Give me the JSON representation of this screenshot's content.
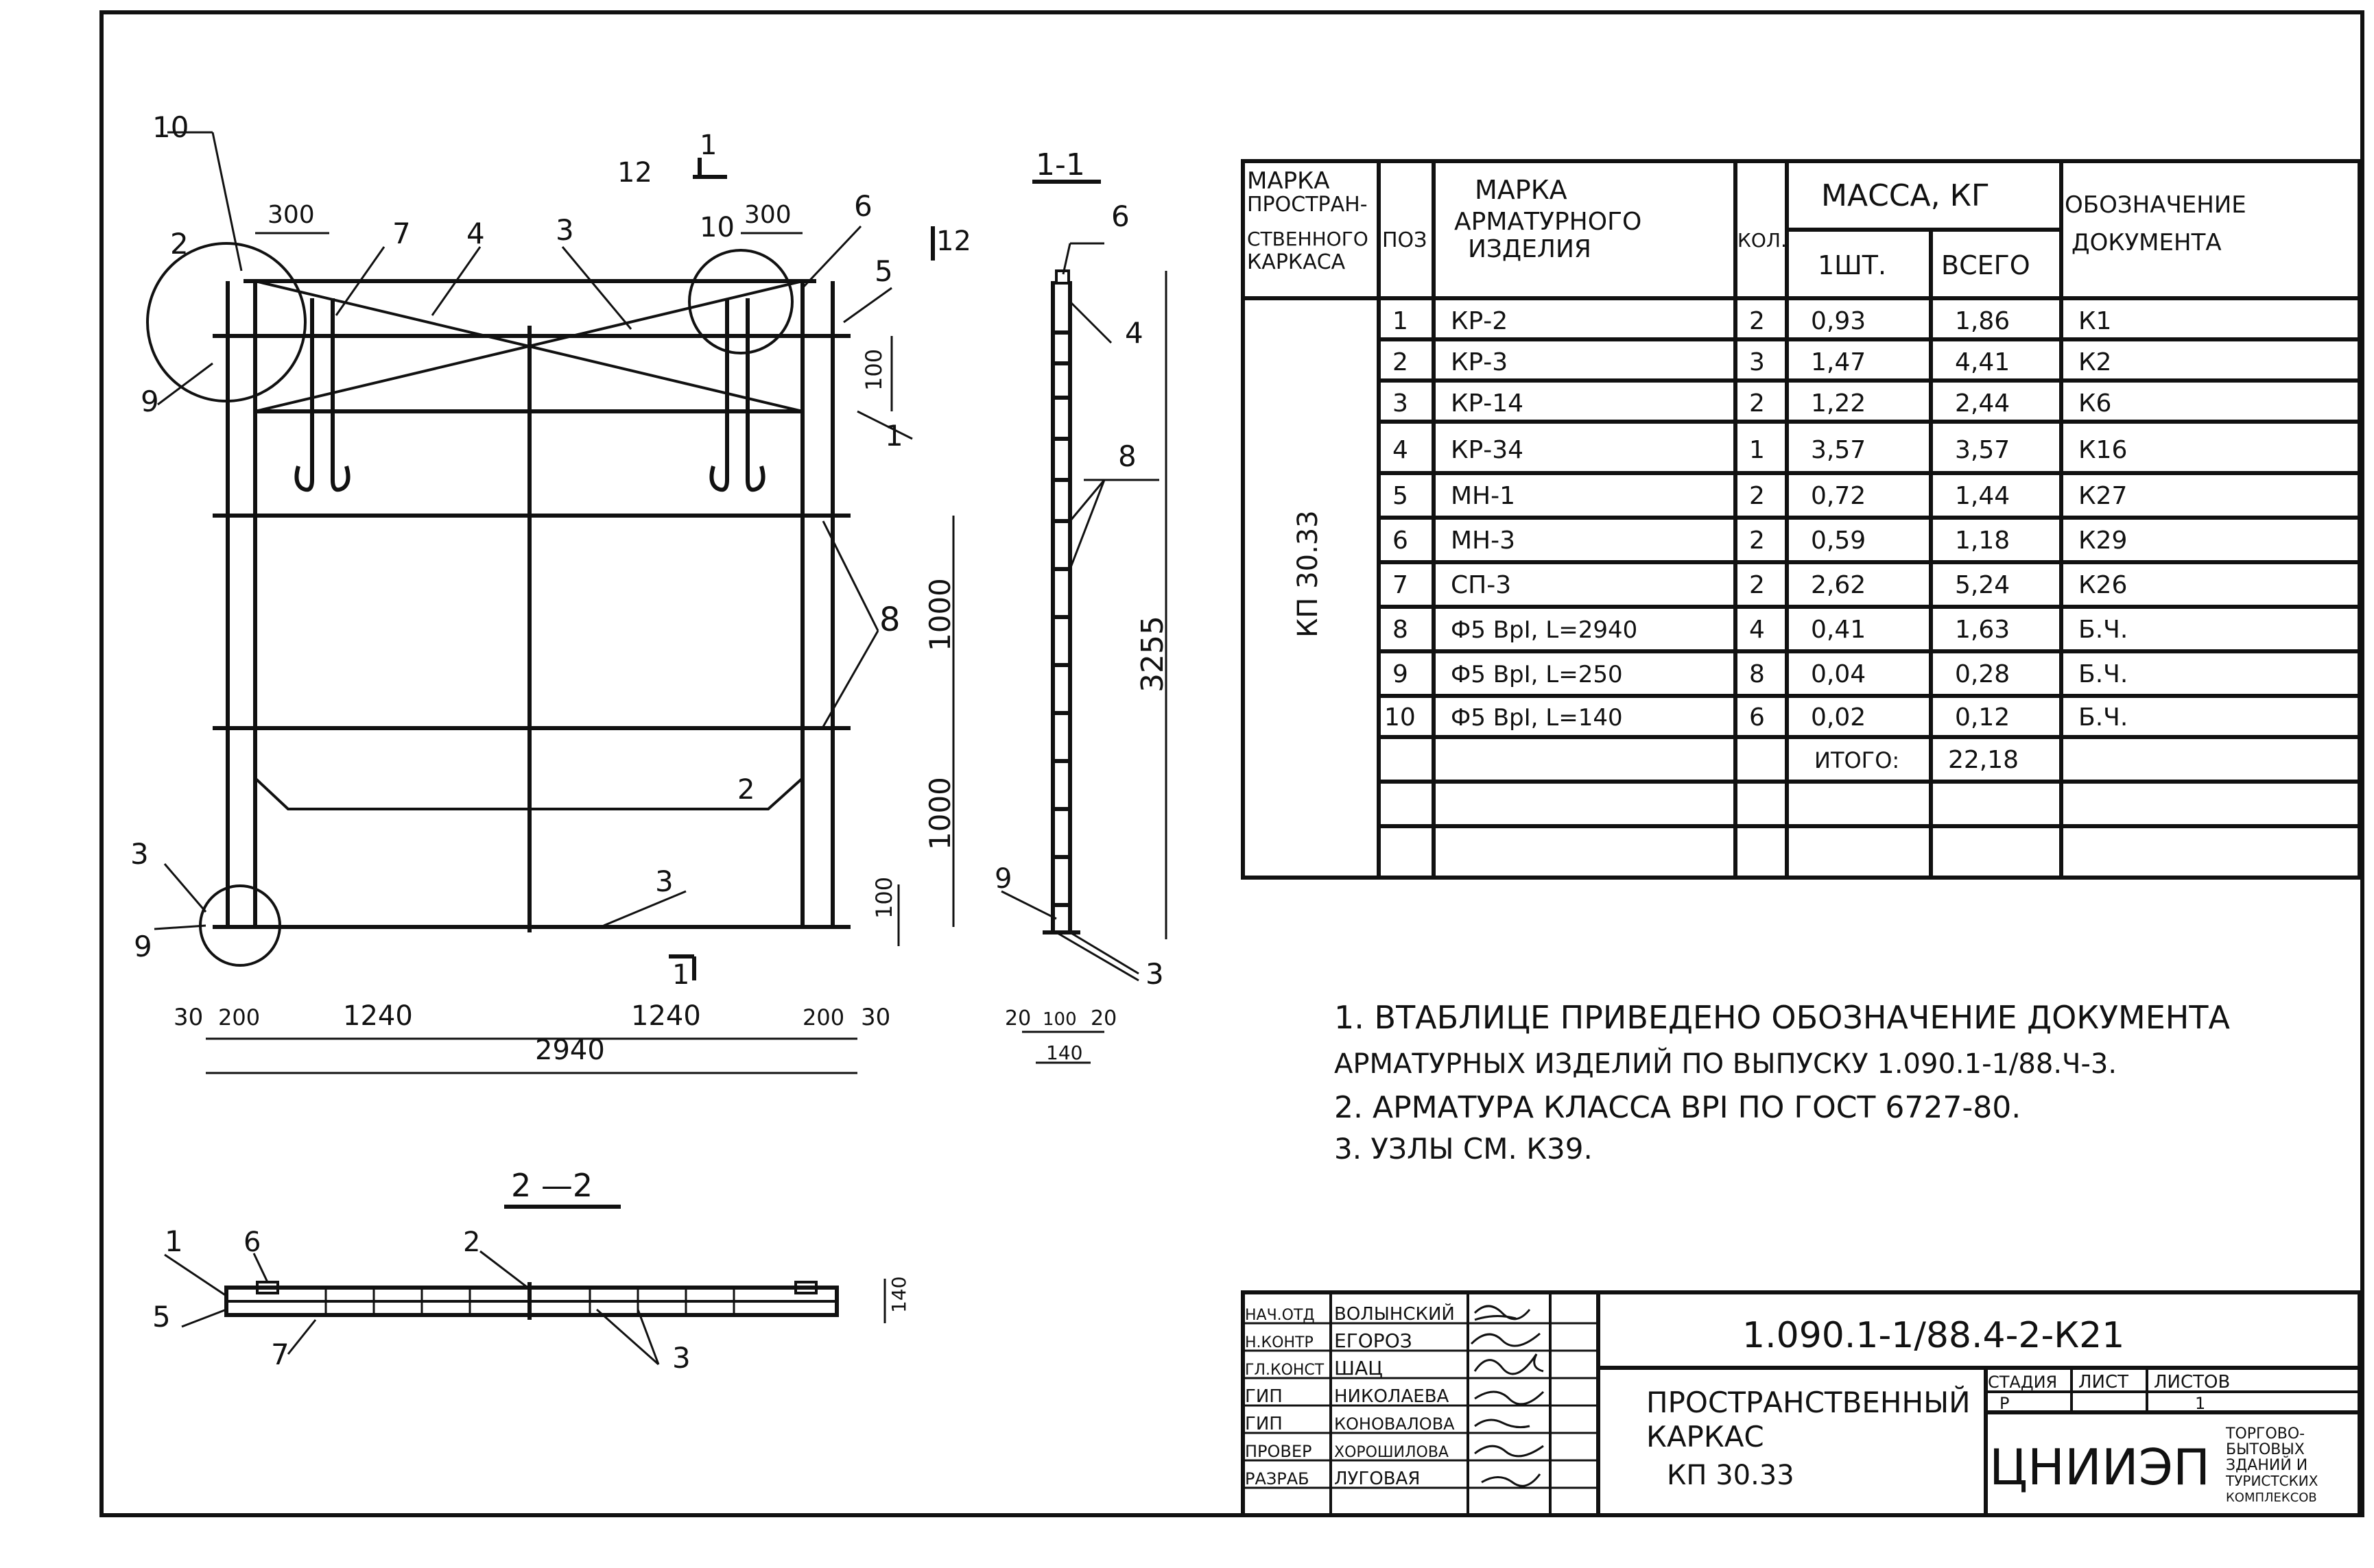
{
  "drawing": {
    "main_view": {
      "callouts": [
        "10",
        "2",
        "7",
        "4",
        "3",
        "12",
        "10",
        "6",
        "5",
        "9",
        "1",
        "8",
        "2",
        "3",
        "9",
        "3"
      ],
      "section_mark_1": "1",
      "section_mark_12": "12",
      "dim_top_left": "300",
      "dim_top_right": "300",
      "dim_100_top": "100",
      "dim_1000_a": "1000",
      "dim_1000_b": "1000",
      "dim_100_bottom": "100",
      "dim_3255": "3255",
      "dim_bottom": [
        "30",
        "200",
        "1240",
        "1240",
        "200",
        "30"
      ],
      "dim_total": "2940",
      "cut_bottom": "1"
    },
    "section_11": {
      "title": "1-1",
      "callouts": [
        "6",
        "4",
        "8",
        "9",
        "3"
      ],
      "dims": [
        "20",
        "100",
        "20",
        "140"
      ]
    },
    "section_22": {
      "title": "2 —2",
      "callouts": [
        "1",
        "6",
        "2",
        "5",
        "7",
        "3"
      ],
      "dim": "140"
    }
  },
  "spec_table": {
    "headers": {
      "col1": [
        "МАРКА",
        "ПРОСТРАН-",
        "СТВЕННОГО",
        "КАРКАСА"
      ],
      "col2": "ПОЗ",
      "col3": [
        "МАРКА",
        "АРМАТУРНОГО",
        "ИЗДЕЛИЯ"
      ],
      "col4": "КОЛ.",
      "mass": "МАССА, КГ",
      "mass_one": "1ШТ.",
      "mass_all": "ВСЕГО",
      "col7": [
        "ОБОЗНАЧЕНИЕ",
        "ДОКУМЕНТА"
      ]
    },
    "frame_mark": "КП 30.33",
    "rows": [
      {
        "pos": "1",
        "mark": "КР-2",
        "qty": "2",
        "one": "0,93",
        "all": "1,86",
        "doc": "К1"
      },
      {
        "pos": "2",
        "mark": "КР-3",
        "qty": "3",
        "one": "1,47",
        "all": "4,41",
        "doc": "К2"
      },
      {
        "pos": "3",
        "mark": "КР-14",
        "qty": "2",
        "one": "1,22",
        "all": "2,44",
        "doc": "К6"
      },
      {
        "pos": "4",
        "mark": "КР-34",
        "qty": "1",
        "one": "3,57",
        "all": "3,57",
        "doc": "К16"
      },
      {
        "pos": "5",
        "mark": "МН-1",
        "qty": "2",
        "one": "0,72",
        "all": "1,44",
        "doc": "К27"
      },
      {
        "pos": "6",
        "mark": "МН-3",
        "qty": "2",
        "one": "0,59",
        "all": "1,18",
        "doc": "К29"
      },
      {
        "pos": "7",
        "mark": "СП-3",
        "qty": "2",
        "one": "2,62",
        "all": "5,24",
        "doc": "К26"
      },
      {
        "pos": "8",
        "mark": "Ф5 ВрI, L=2940",
        "qty": "4",
        "one": "0,41",
        "all": "1,63",
        "doc": "Б.Ч."
      },
      {
        "pos": "9",
        "mark": "Ф5 ВрI, L=250",
        "qty": "8",
        "one": "0,04",
        "all": "0,28",
        "doc": "Б.Ч."
      },
      {
        "pos": "10",
        "mark": "Ф5 ВрI, L=140",
        "qty": "6",
        "one": "0,02",
        "all": "0,12",
        "doc": "Б.Ч."
      }
    ],
    "total_label": "ИТОГО:",
    "total_value": "22,18"
  },
  "notes": [
    "1. ВТАБЛИЦЕ ПРИВЕДЕНО ОБОЗНАЧЕНИЕ ДОКУМЕНТА",
    "АРМАТУРНЫХ ИЗДЕЛИЙ ПО ВЫПУСКУ 1.090.1-1/88.Ч-3.",
    "2. АРМАТУРА КЛАССА ВРI ПО ГОСТ 6727-80.",
    "3. УЗЛЫ СМ. К39."
  ],
  "title_block": {
    "code": "1.090.1-1/88.4-2-К21",
    "people": [
      {
        "role": "НАЧ.ОТД",
        "name": "ВОЛЫНСКИЙ"
      },
      {
        "role": "Н.КОНТР",
        "name": "ЕГОРОЗ"
      },
      {
        "role": "ГЛ.КОНСТ",
        "name": "ШАЦ"
      },
      {
        "role": "ГИП",
        "name": "НИКОЛАЕВА"
      },
      {
        "role": "ГИП",
        "name": "КОНОВАЛОВА"
      },
      {
        "role": "ПРОВЕР",
        "name": "ХОРОШИЛОВА"
      },
      {
        "role": "РАЗРАБ",
        "name": "ЛУГОВАЯ"
      }
    ],
    "object_name": [
      "ПРОСТРАНСТВЕННЫЙ",
      "КАРКАС",
      "КП 30.33"
    ],
    "stage_label": "СТАДИЯ",
    "sheet_label": "ЛИСТ",
    "sheets_label": "ЛИСТОВ",
    "stage_value": "Р",
    "sheets_value": "1",
    "org": "ЦНИИЭП",
    "org_sub": [
      "ТОРГОВО-",
      "БЫТОВЫХ",
      "ЗДАНИЙ И",
      "ТУРИСТСКИХ",
      "КОМПЛЕКСОВ"
    ]
  }
}
